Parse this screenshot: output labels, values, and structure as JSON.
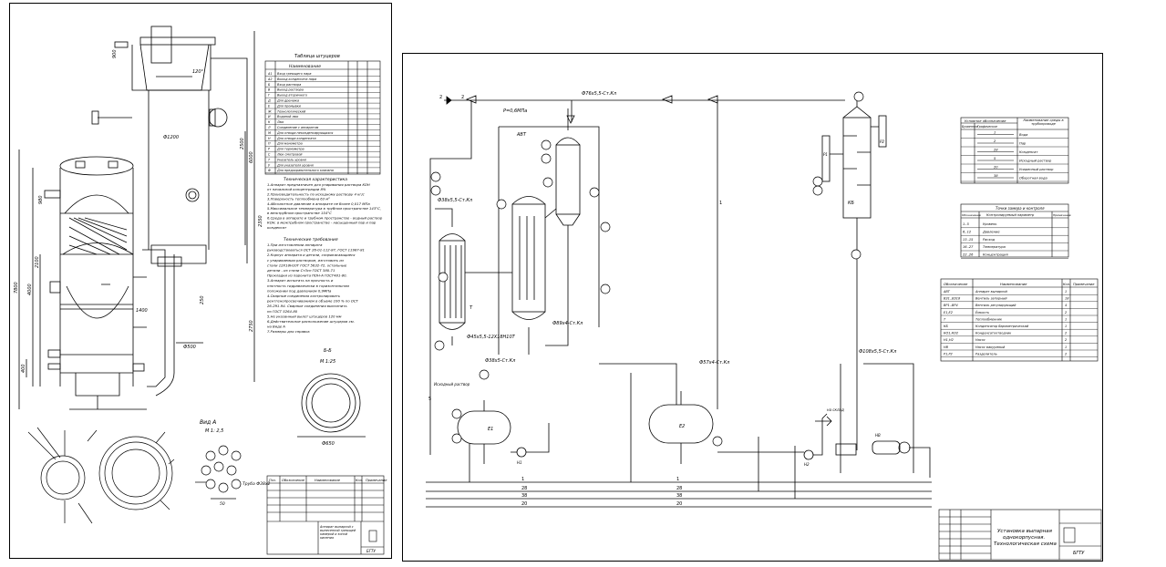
{
  "left_sheet": {
    "nozzle_table": {
      "title": "Таблица штуцеров",
      "header_name": "Наименование",
      "rows": [
        {
          "code": "А1",
          "name": "Вход греющего пара"
        },
        {
          "code": "А2",
          "name": "Выход конденсата пара"
        },
        {
          "code": "Б",
          "name": "Вход раствора"
        },
        {
          "code": "В",
          "name": "Выход раствора"
        },
        {
          "code": "Г",
          "name": "Выход вторичного"
        },
        {
          "code": "Д",
          "name": "Для дренажа"
        },
        {
          "code": "Е",
          "name": "Для промывки"
        },
        {
          "code": "Ж",
          "name": "Технологический"
        },
        {
          "code": "И",
          "name": "Водяной люк"
        },
        {
          "code": "К",
          "name": "Люк"
        },
        {
          "code": "Л",
          "name": "Соединение с аппаратом"
        },
        {
          "code": "М",
          "name": "Для отвода неконденсирующихся"
        },
        {
          "code": "Н",
          "name": "Для отвода конденсата"
        },
        {
          "code": "П",
          "name": "Для манометра"
        },
        {
          "code": "Р",
          "name": "Для термометра"
        },
        {
          "code": "С",
          "name": "Люк смотровой"
        },
        {
          "code": "Т",
          "name": "Указатель уровня"
        },
        {
          "code": "У",
          "name": "Для указателя уровня"
        },
        {
          "code": "Ф",
          "name": "Для предохранительного клапана"
        }
      ]
    },
    "tech_char_title": "Техническая характеристика",
    "tech_char_lines": [
      "1.Аппарат предназначен для упаривания раствора KOH",
      "  от начальной концентрации 8%",
      "2.Производительность по исходному раствору 4 кг/с",
      "3.Поверхность теплообмена 63 м²",
      "4.Абсолютное давление в аппарате не более 0,017 МПа",
      "5.Максимальное температура в трубном пространстве 143°С,",
      "  в межтрубном пространстве 154°С",
      "6.Среда в аппарате и трубном пространстве - водный раствор",
      "  КОН, в межтрубном пространстве - насыщенный пар и пар",
      "  конденсат"
    ],
    "tech_req_title": "Технические требования",
    "tech_req_lines": [
      "1.При изготовлении аппарата",
      "руководствоваться ОСТ 26-01-112-87, ГОСТ 11987-81",
      "2.Корпус аппарата и детали, соприкасающиеся",
      "  с упариваемым раствором, изготовить из",
      "  стали 12Х18Н10Т ГОСТ 5632-72, остальные",
      "  детали - из стали Ст3сп ГОСТ 380-71",
      "  Прокладки из паронита ПОН-А ГОСТ481-80.",
      "3.Аппарат испытать на прочность и",
      "  плотность гидравлически в горизонтальном",
      "  положении под давлением 0,9МПа",
      "4.Сварные соединения контролировать",
      "  рентгенопросвечиванием в объеме 100 % по ОСТ",
      "  26-291-94. Сварные соединения выполнить",
      "  по ГОСТ 5264-80",
      "5.Не указанный вылет штуцеров 120 мм",
      "6.Действительное расположение штуцеров см.",
      "  на Виде А",
      "7.Размеры для справок"
    ],
    "section_title": "Б-Б",
    "section_scale": "М 1:25",
    "section_dim": "Ф650",
    "view_title": "Вид А",
    "view_scale": "М 1: 2,5",
    "pipe_label": "Труба Ф38х2",
    "view_dim": "50",
    "dims": {
      "d1200": "Ф1200",
      "d500": "Ф500",
      "d_1400": "1400",
      "h7800": "7800",
      "h4000": "4000",
      "h2100": "2100",
      "h2500": "2500",
      "h6000": "6000",
      "h990": "990",
      "h980": "980",
      "h2750": "2750",
      "h400": "400",
      "h2350": "2350",
      "angle": "120°",
      "h900": "900",
      "h250": "250"
    },
    "stamp_code": "БГТУ",
    "stamp_title": "Аппарат выпарной с вынесенной греющей камерой и зоной кипения",
    "spec_header": {
      "poz": "Поз.",
      "designation": "Обозначение",
      "name": "Наименование",
      "qty": "Кол.",
      "note": "Примечание"
    }
  },
  "right_sheet": {
    "legend_table": {
      "header_col1": "Условное обозначение",
      "header_sub1": "Буквенное",
      "header_sub2": "Графическое",
      "header_col2": "Наименование среды в трубопроводе",
      "rows": [
        {
          "code": "1",
          "name": "Вода"
        },
        {
          "code": "2",
          "name": "Пар"
        },
        {
          "code": "28",
          "name": "Конденсат"
        },
        {
          "code": "5",
          "name": "Исходный раствор"
        },
        {
          "code": "20",
          "name": "Упаренный раствор"
        },
        {
          "code": "38",
          "name": "Оборотная вода"
        }
      ]
    },
    "control_table": {
      "title": "Точки замера и контроля",
      "header_col1": "Обозначение",
      "header_col2": "Контролируемый параметр",
      "header_col3": "Примечание",
      "rows": [
        {
          "code": "1..5",
          "param": "Уровень"
        },
        {
          "code": "6..12",
          "param": "Давление"
        },
        {
          "code": "13..15",
          "param": "Расход"
        },
        {
          "code": "16..27",
          "param": "Температура"
        },
        {
          "code": "22..26",
          "param": "Концентрация"
        }
      ]
    },
    "equipment_table": {
      "header_designation": "Обозначение",
      "header_name": "Наименование",
      "header_qty": "Кол.",
      "header_note": "Примечание",
      "rows": [
        {
          "code": "АВТ",
          "name": "Аппарат выпарной",
          "qty": "1"
        },
        {
          "code": "ВЗ1..ВЗ18",
          "name": "Вентиль запорный",
          "qty": "18"
        },
        {
          "code": "ВР1..ВР4",
          "name": "Вентиль регулирующий",
          "qty": "4"
        },
        {
          "code": "Е1,Е2",
          "name": "Ёмкость",
          "qty": "2"
        },
        {
          "code": "Т",
          "name": "Теплообменник",
          "qty": "1"
        },
        {
          "code": "КБ",
          "name": "Конденсатор барометрический",
          "qty": "1"
        },
        {
          "code": "КО1,КО2",
          "name": "Конденсатоотводчик",
          "qty": "2"
        },
        {
          "code": "Н1,Н2",
          "name": "Насос",
          "qty": "2"
        },
        {
          "code": "НВ",
          "name": "Насос вакуумный",
          "qty": "1"
        },
        {
          "code": "Р1,Р2",
          "name": "Разделитель",
          "qty": "2"
        }
      ]
    },
    "stamp": {
      "title_lines": [
        "Установка выпарная",
        "однокорпусная.",
        "Технологическая схема"
      ],
      "code": "БГТУ"
    },
    "labels": {
      "pressure": "P=0,6МПа",
      "avt": "АВТ",
      "pipe1": "Ф76х5,5-Ст.Кл",
      "pipe2": "Ф38х5,5-Ст.Кл",
      "pipe3": "Ф45х5,5-12Х18Н10Т",
      "pipe4": "Ф57х4-Ст.Кл",
      "pipe5": "Ф108х5,5-Ст.Кл",
      "pipe6": "Ф89х4-Ст.Кл",
      "pipe7": "Ф38х5-Ст.Кл",
      "src": "Исходный раствор",
      "to_plant": "на склад",
      "e1": "Е1",
      "e2": "Е2",
      "t": "Т",
      "kb": "КБ",
      "r1": "Р1",
      "r2": "Р2",
      "n1": "Н1",
      "n2": "Н2",
      "nv": "НВ"
    },
    "line_codes": {
      "l1": "1",
      "l28": "28",
      "l2": "2",
      "l38": "38",
      "l5": "5",
      "l20": "20"
    }
  }
}
